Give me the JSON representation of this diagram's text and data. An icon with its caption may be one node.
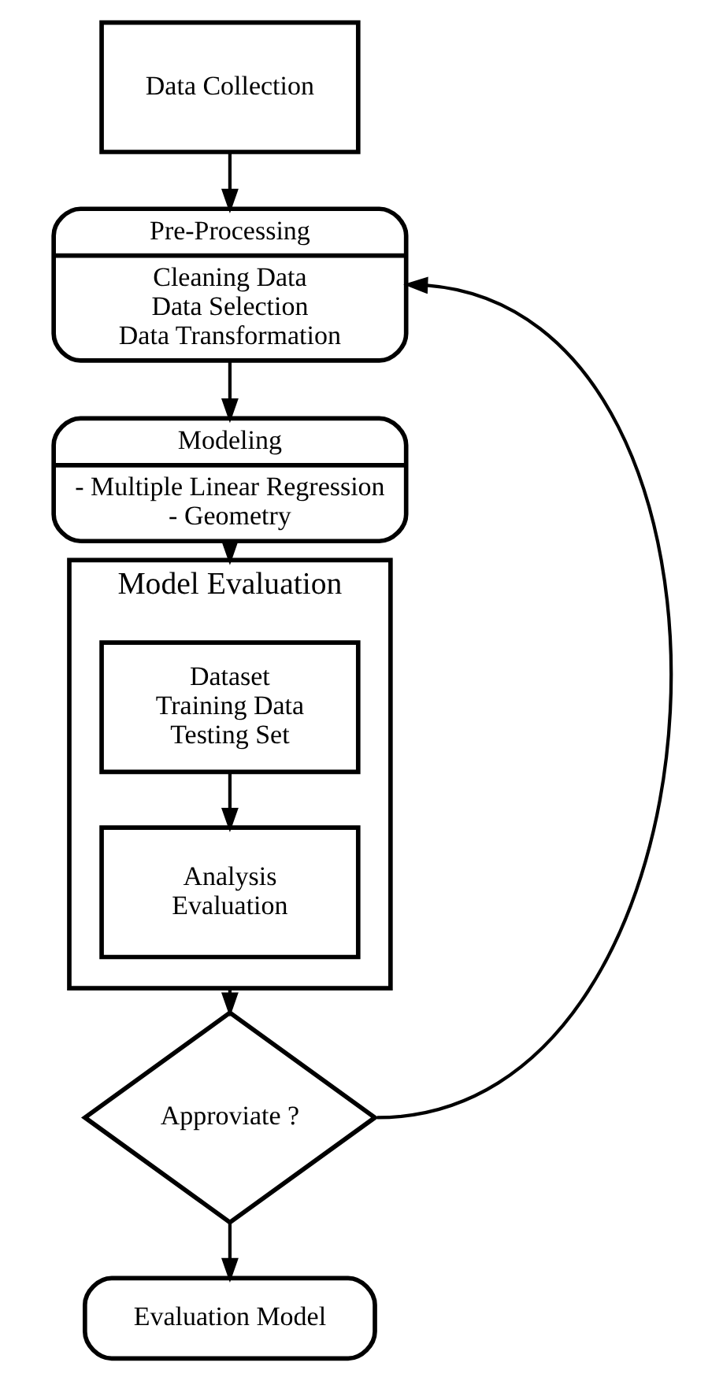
{
  "diagram": {
    "nodes": [
      {
        "text": [
          "Data Collection"
        ]
      },
      {
        "text": [
          "Pre-Processing",
          "Cleaning Data",
          "Data Selection",
          "Data Transformation"
        ]
      },
      {
        "text": [
          "Modeling",
          "- Multiple Linear Regression",
          "- Geometry"
        ]
      },
      {
        "text": [
          "Model Evaluation"
        ]
      },
      {
        "text": [
          "Dataset",
          "Training Data",
          "Testing Set"
        ],
        "in": 3
      },
      {
        "text": [
          "Analysis",
          "Evaluation"
        ],
        "in": 3
      },
      {
        "text": [
          "Approviate ?"
        ]
      },
      {
        "text": [
          "Evaluation Model"
        ]
      }
    ],
    "edges": [
      {
        "from": 0,
        "to": 1,
        "arrow": "to"
      },
      {
        "from": 1,
        "to": 2,
        "arrow": "to"
      },
      {
        "from": 2,
        "to": 3,
        "arrow": "to"
      },
      {
        "from": 4,
        "to": 5,
        "arrow": "to"
      },
      {
        "from": 3,
        "to": 6,
        "arrow": "to"
      },
      {
        "from": 6,
        "to": 7,
        "arrow": "to"
      },
      {
        "from": 6,
        "to": 1,
        "arrow": "to"
      }
    ]
  }
}
